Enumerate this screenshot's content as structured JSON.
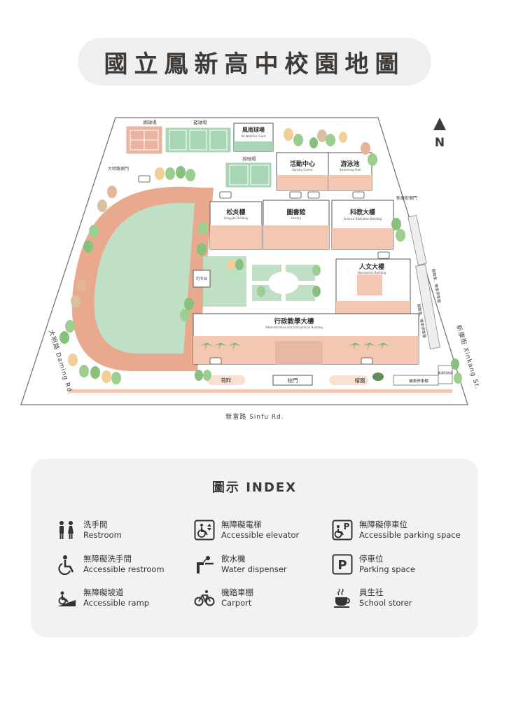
{
  "title": "國立鳳新高中校園地圖",
  "compass": {
    "label": "N"
  },
  "roads": {
    "bottom": "新富路 Sinfu Rd.",
    "left": "大明路 Daming Rd.",
    "right": "新康街 Xinkang St."
  },
  "gates": {
    "daming_side": "大明路側門",
    "xinkang_side": "新康街側門",
    "main": "校門"
  },
  "facilities": {
    "tennis": "網球場",
    "basketball": "籃球場",
    "all_weather_zh": "風雨球場",
    "all_weather_en": "All-Weather Court",
    "volleyball": "排球場",
    "platform": "司令台"
  },
  "buildings": {
    "activity_zh": "活動中心",
    "activity_en": "Activity Center",
    "pool_zh": "游泳池",
    "pool_en": "Swimming Pool",
    "songyan_zh": "松炎樓",
    "songyan_en": "Songyan Building",
    "library_zh": "圖書館",
    "library_en": "Library",
    "science_zh": "科教大樓",
    "science_en": "Science Education Building",
    "humanities_zh": "人文大樓",
    "humanities_en": "Humanities Building",
    "admin_zh": "行政教學大樓",
    "admin_en": "Administrative and Instructional Building"
  },
  "areas": {
    "pond": "荷畔",
    "garden": "榕園",
    "bike_parking": "機車停車棚",
    "recycle": "資源回收區",
    "bike_shed_1": "腳踏車、機車停車棚",
    "bike_shed_2": "腳踏車、機車停車棚"
  },
  "index": {
    "title": "圖示 INDEX",
    "items": [
      {
        "zh": "洗手間",
        "en": "Restroom",
        "icon": "restroom-icon"
      },
      {
        "zh": "無障礙電梯",
        "en": "Accessible elevator",
        "icon": "accessible-elevator-icon"
      },
      {
        "zh": "無障礙停車位",
        "en": "Accessible parking space",
        "icon": "accessible-parking-icon"
      },
      {
        "zh": "無障礙洗手間",
        "en": "Accessible restroom",
        "icon": "accessible-restroom-icon"
      },
      {
        "zh": "飲水機",
        "en": "Water dispenser",
        "icon": "water-dispenser-icon"
      },
      {
        "zh": "停車位",
        "en": "Parking space",
        "icon": "parking-icon"
      },
      {
        "zh": "無障礙坡道",
        "en": "Accessible ramp",
        "icon": "accessible-ramp-icon"
      },
      {
        "zh": "機踏車棚",
        "en": "Carport",
        "icon": "bicycle-icon"
      },
      {
        "zh": "員生社",
        "en": "School storer",
        "icon": "coffee-cup-icon"
      }
    ]
  },
  "colors": {
    "building": "#f4c7b3",
    "track": "#e9a98f",
    "field": "#bfe0c4",
    "outline": "#3d3a38",
    "background_panel": "#f2f2f2"
  }
}
